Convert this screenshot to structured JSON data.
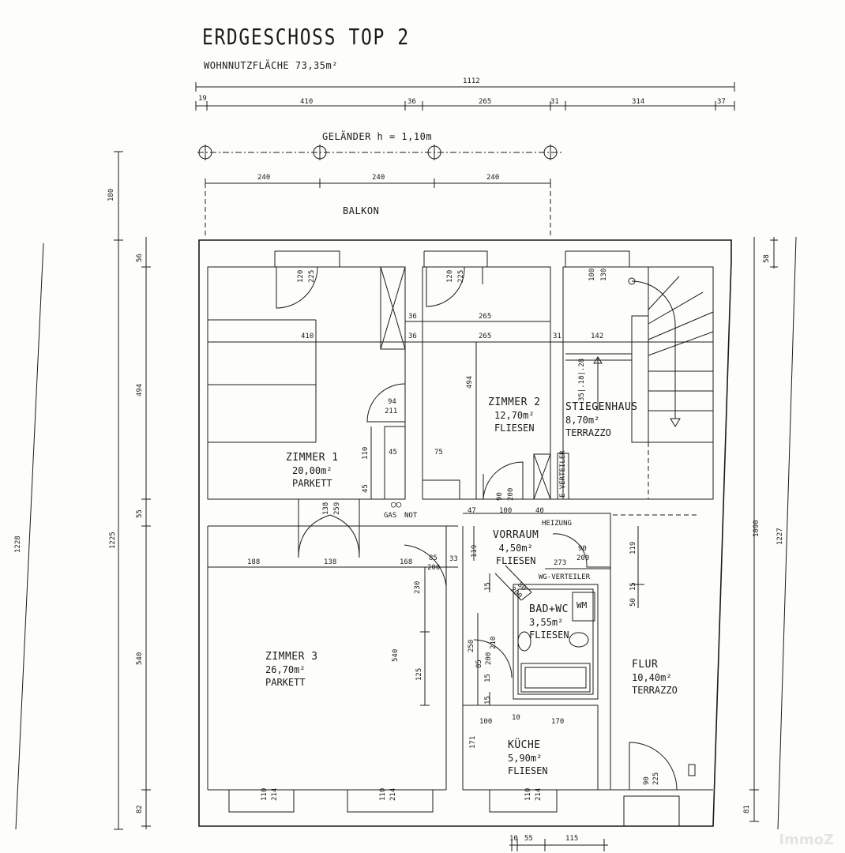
{
  "title": "ERDGESCHOSS  TOP 2",
  "subtitle": "WOHNNUTZFLÄCHE 73,35m²",
  "railing": "GELÄNDER h = 1,10m",
  "balcony": "BALKON",
  "gas": "GAS",
  "not": "NOT",
  "heating": "HEIZUNG",
  "e_distributor": "E-VERTEILER",
  "wg_distributor": "WG-VERTEILER",
  "wm": "WM",
  "stair_rise": "35|.18|.28",
  "watermark": "ImmoZ",
  "rooms": {
    "zimmer1": {
      "name": "ZIMMER 1",
      "area": "20,00m²",
      "floor": "PARKETT"
    },
    "zimmer2": {
      "name": "ZIMMER 2",
      "area": "12,70m²",
      "floor": "FLIESEN"
    },
    "stiegenhaus": {
      "name": "STIEGENHAUS",
      "area": "8,70m²",
      "floor": "TERRAZZO"
    },
    "vorraum": {
      "name": "VORRAUM",
      "area": "4,50m²",
      "floor": "FLIESEN"
    },
    "bad": {
      "name": "BAD+WC",
      "area": "3,55m²",
      "floor": "FLIESEN"
    },
    "zimmer3": {
      "name": "ZIMMER 3",
      "area": "26,70m²",
      "floor": "PARKETT"
    },
    "flur": {
      "name": "FLUR",
      "area": "10,40m²",
      "floor": "TERRAZZO"
    },
    "kueche": {
      "name": "KÜCHE",
      "area": "5,90m²",
      "floor": "FLIESEN"
    }
  },
  "dims": {
    "total_width": "1112",
    "top_segments": [
      "19",
      "410",
      "36",
      "265",
      "31",
      "314",
      "37"
    ],
    "balcony_segments": [
      "240",
      "240",
      "240"
    ],
    "left_outer": "1228",
    "left_mid": "1225",
    "left_180": "180",
    "left_56": "56",
    "left_494": "494",
    "left_55": "55",
    "left_540": "540",
    "left_82": "82",
    "right_58": "58",
    "right_1090": "1090",
    "right_1227": "1227",
    "right_81": "81",
    "w1_120": "120",
    "w1_225": "225",
    "w2_120": "120",
    "w2_225": "225",
    "w3_100": "100",
    "w3_130": "130",
    "z1_410": "410",
    "z1_36a": "36",
    "z1_36b": "36",
    "z2_265a": "265",
    "z2_265b": "265",
    "z2_31": "31",
    "st_142": "142",
    "z2_494": "494",
    "d_94": "94",
    "d_211": "211",
    "d_110": "110",
    "d_45": "45",
    "d_45b": "45",
    "d_75": "75",
    "d_90": "90",
    "d_200": "200",
    "d_138": "138",
    "d_259": "259",
    "d_47": "47",
    "d_100": "100",
    "d_40": "40",
    "r_188": "188",
    "r_138": "138",
    "r_168": "168",
    "r_85": "85",
    "r_200": "200",
    "r_33": "33",
    "v_119": "119",
    "v_90": "90",
    "v_200": "200",
    "v_273": "273",
    "b_15a": "15",
    "b_80": "80",
    "b_200": "200",
    "f_119": "119",
    "f_15": "15",
    "f_50": "50",
    "z3_230": "230",
    "z3_540": "540",
    "z3_125": "125",
    "b_85": "85",
    "b_250": "250",
    "b_200b": "200",
    "b_210": "210",
    "b_15b": "15",
    "b_15c": "15",
    "k_100": "100",
    "k_10": "10",
    "k_170": "170",
    "k_171": "171",
    "fl_90": "90",
    "fl_225": "225",
    "bw_110a": "110",
    "bw_214a": "214",
    "bw_110b": "110",
    "bw_214b": "214",
    "bw_110c": "110",
    "bw_214c": "214",
    "bot_10": "10",
    "bot_55": "55",
    "bot_115": "115"
  }
}
